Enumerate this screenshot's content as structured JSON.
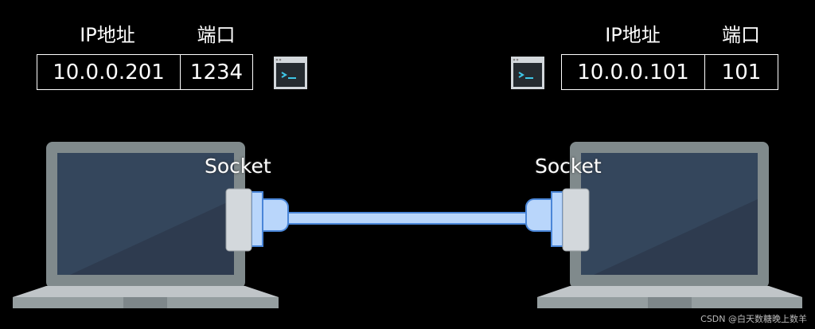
{
  "left": {
    "ip_label": "IP地址",
    "port_label": "端口",
    "ip": "10.0.0.201",
    "port": "1234",
    "socket_label": "Socket"
  },
  "right": {
    "ip_label": "IP地址",
    "port_label": "端口",
    "ip": "10.0.0.101",
    "port": "101",
    "socket_label": "Socket"
  },
  "watermark": "CSDN @白天数糖晚上数羊",
  "colors": {
    "cable": "#b9d6fb",
    "cable_border": "#4a86d8",
    "laptop_frame": "#808a8c",
    "screen": "#34465c",
    "terminal_prompt": "#3ec6e6"
  }
}
